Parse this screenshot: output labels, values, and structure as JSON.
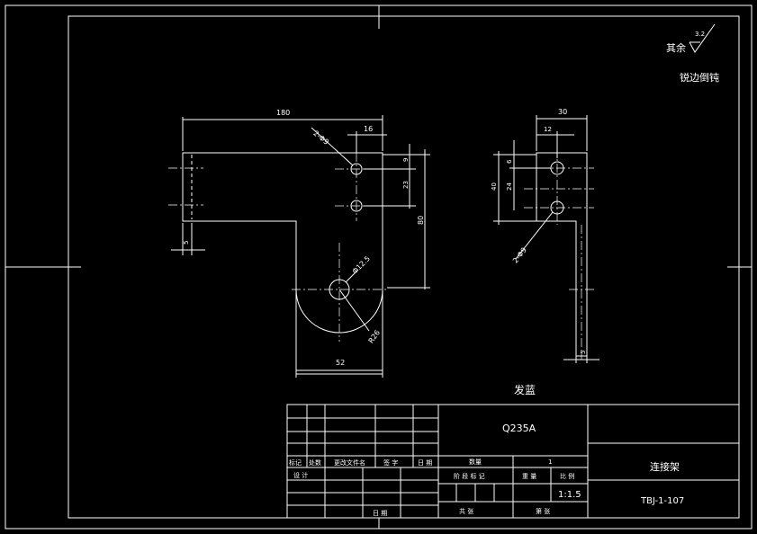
{
  "notes": {
    "roughness_prefix": "其余",
    "roughness_value": "3.2",
    "edge_note": "锐边倒钝"
  },
  "front_view": {
    "dims": {
      "overall_width": "180",
      "hole_offset": "16",
      "hole_spec": "2-Φ9",
      "d_top": "9",
      "d_mid": "23",
      "d_height": "80",
      "thickness": "5",
      "big_hole": "Φ12.5",
      "radius": "R26",
      "bottom_width": "52"
    }
  },
  "side_view": {
    "dims": {
      "width": "30",
      "hole_offset": "12",
      "d_top": "6",
      "d_mid": "24",
      "height": "40",
      "hole_spec": "2-Φ9",
      "thickness": "5"
    }
  },
  "blank_label": "发蓝",
  "title_block": {
    "material": "Q235A",
    "part_name": "连接架",
    "drawing_no": "TBJ-1-107",
    "scale": "1:1.5",
    "quantity_label": "数量",
    "quantity": "1",
    "headers": [
      "标记",
      "处数",
      "更改文件名",
      "签 字",
      "日 期"
    ],
    "design": "设 计",
    "date": "日 期",
    "stage_mark": "阶 段 标 记",
    "weight": "重 量",
    "scale_label": "比 例",
    "sheets_total": "共   张",
    "sheet_no": "第   张"
  },
  "colors": {
    "background": "#000000",
    "line": "#ffffff",
    "hole_accent": "#ff0000"
  }
}
